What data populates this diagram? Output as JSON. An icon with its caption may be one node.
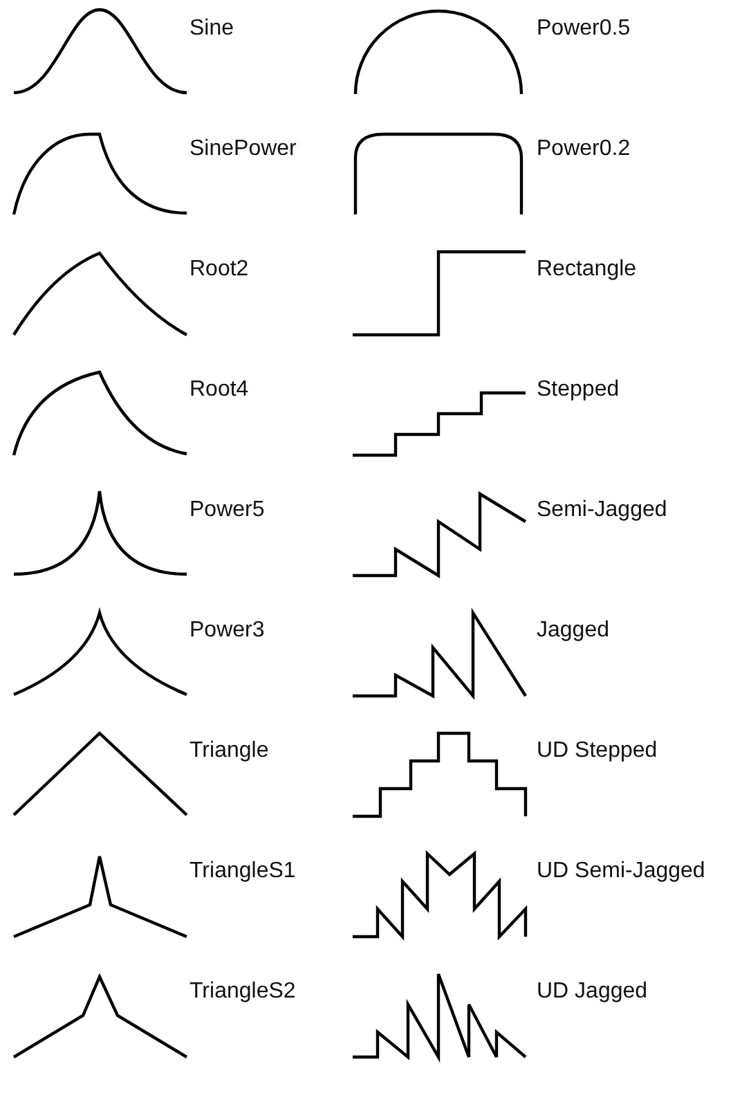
{
  "diagram": {
    "labels": [
      "Sine",
      "Power0.5",
      "SinePower",
      "Power0.2",
      "Root2",
      "Rectangle",
      "Root4",
      "Stepped",
      "Power5",
      "Semi-Jagged",
      "Power3",
      "Jagged",
      "Triangle",
      "UD Stepped",
      "TriangleS1",
      "UD Semi-Jagged",
      "TriangleS2",
      "UD Jagged"
    ]
  }
}
